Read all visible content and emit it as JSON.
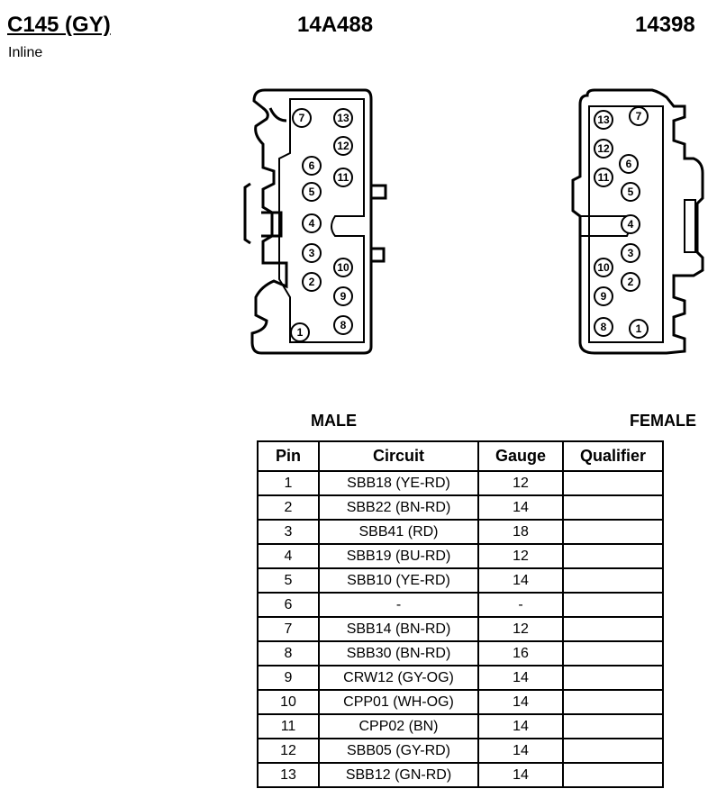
{
  "header": {
    "connector_id": "C145 (GY)",
    "part_male": "14A488",
    "part_female": "14398",
    "inline_label": "Inline"
  },
  "labels": {
    "male": "MALE",
    "female": "FEMALE"
  },
  "table": {
    "headers": [
      "Pin",
      "Circuit",
      "Gauge",
      "Qualifier"
    ],
    "rows": [
      {
        "pin": "1",
        "circuit": "SBB18 (YE-RD)",
        "gauge": "12",
        "qualifier": ""
      },
      {
        "pin": "2",
        "circuit": "SBB22 (BN-RD)",
        "gauge": "14",
        "qualifier": ""
      },
      {
        "pin": "3",
        "circuit": "SBB41 (RD)",
        "gauge": "18",
        "qualifier": ""
      },
      {
        "pin": "4",
        "circuit": "SBB19 (BU-RD)",
        "gauge": "12",
        "qualifier": ""
      },
      {
        "pin": "5",
        "circuit": "SBB10 (YE-RD)",
        "gauge": "14",
        "qualifier": ""
      },
      {
        "pin": "6",
        "circuit": "-",
        "gauge": "-",
        "qualifier": ""
      },
      {
        "pin": "7",
        "circuit": "SBB14 (BN-RD)",
        "gauge": "12",
        "qualifier": ""
      },
      {
        "pin": "8",
        "circuit": "SBB30 (BN-RD)",
        "gauge": "16",
        "qualifier": ""
      },
      {
        "pin": "9",
        "circuit": "CRW12 (GY-OG)",
        "gauge": "14",
        "qualifier": ""
      },
      {
        "pin": "10",
        "circuit": "CPP01 (WH-OG)",
        "gauge": "14",
        "qualifier": ""
      },
      {
        "pin": "11",
        "circuit": "CPP02 (BN)",
        "gauge": "14",
        "qualifier": ""
      },
      {
        "pin": "12",
        "circuit": "SBB05 (GY-RD)",
        "gauge": "14",
        "qualifier": ""
      },
      {
        "pin": "13",
        "circuit": "SBB12 (GN-RD)",
        "gauge": "14",
        "qualifier": ""
      }
    ]
  },
  "male_pins": [
    "7",
    "13",
    "12",
    "6",
    "11",
    "5",
    "4",
    "3",
    "10",
    "2",
    "9",
    "8",
    "1"
  ],
  "female_pins": [
    "13",
    "7",
    "12",
    "6",
    "11",
    "5",
    "4",
    "3",
    "10",
    "2",
    "9",
    "8",
    "1"
  ]
}
